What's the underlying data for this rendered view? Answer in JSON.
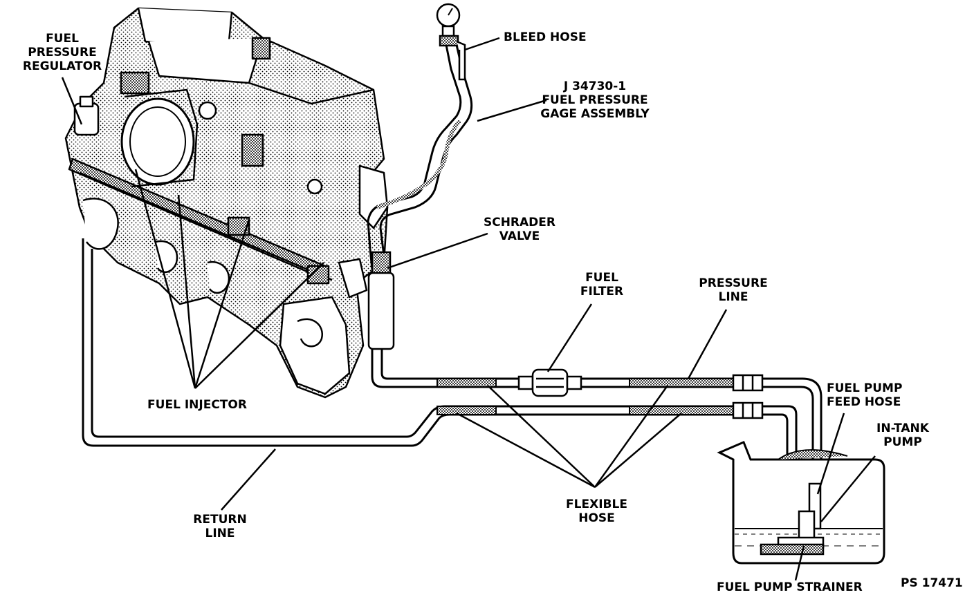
{
  "labels": {
    "fuel_pressure_regulator": [
      "FUEL",
      "PRESSURE",
      "REGULATOR"
    ],
    "bleed_hose": "BLEED HOSE",
    "gage_assembly": [
      "J 34730-1",
      "FUEL PRESSURE",
      "GAGE ASSEMBLY"
    ],
    "schrader_valve": [
      "SCHRADER",
      "VALVE"
    ],
    "fuel_filter": [
      "FUEL",
      "FILTER"
    ],
    "pressure_line": [
      "PRESSURE",
      "LINE"
    ],
    "fuel_injector": "FUEL INJECTOR",
    "fuel_pump_feed_hose": [
      "FUEL PUMP",
      "FEED HOSE"
    ],
    "in_tank_pump": [
      "IN-TANK",
      "PUMP"
    ],
    "flexible_hose": [
      "FLEXIBLE",
      "HOSE"
    ],
    "return_line": [
      "RETURN",
      "LINE"
    ],
    "fuel_pump_strainer": "FUEL PUMP STRAINER",
    "figure_id": "PS 17471"
  }
}
